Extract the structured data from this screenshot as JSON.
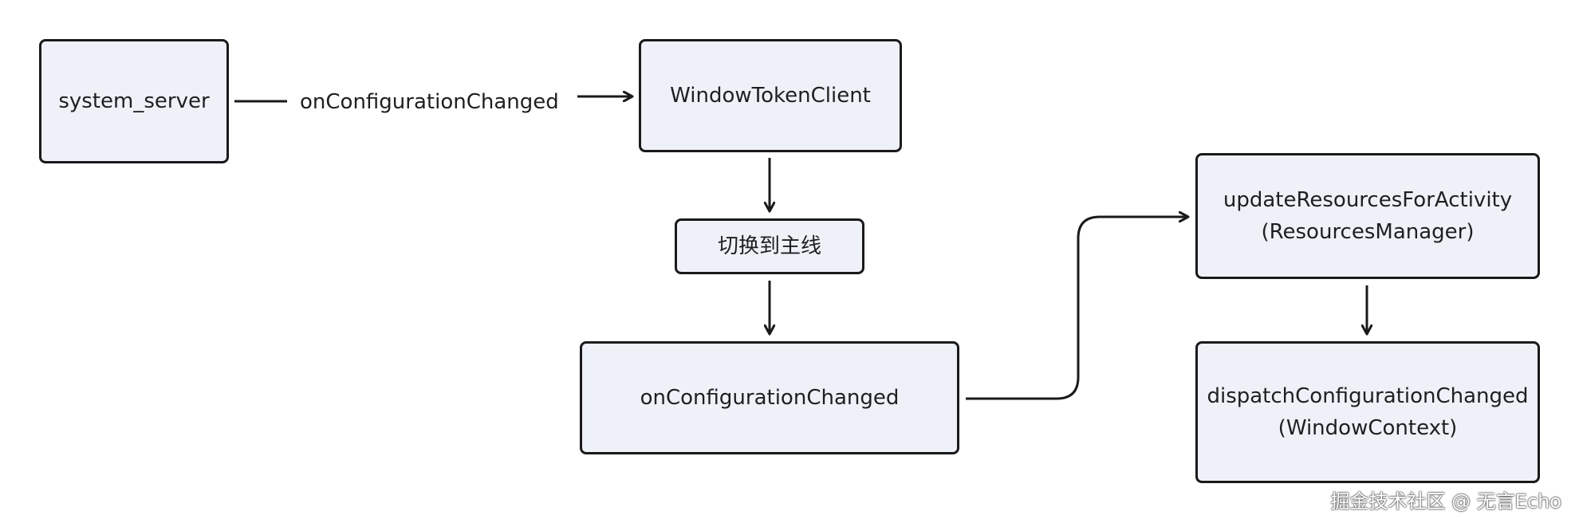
{
  "nodes": {
    "system_server": "system_server",
    "window_token_client": "WindowTokenClient",
    "switch_main_thread": "切换到主线",
    "on_configuration_changed": "onConfigurationChanged",
    "update_resources": {
      "line1": "updateResourcesForActivity",
      "line2": "(ResourcesManager)"
    },
    "dispatch_configuration": {
      "line1": "dispatchConfigurationChanged",
      "line2": "(WindowContext)"
    }
  },
  "edges": {
    "system_to_token_label": "onConfigurationChanged"
  },
  "watermark": "掘金技术社区 @ 无言Echo"
}
